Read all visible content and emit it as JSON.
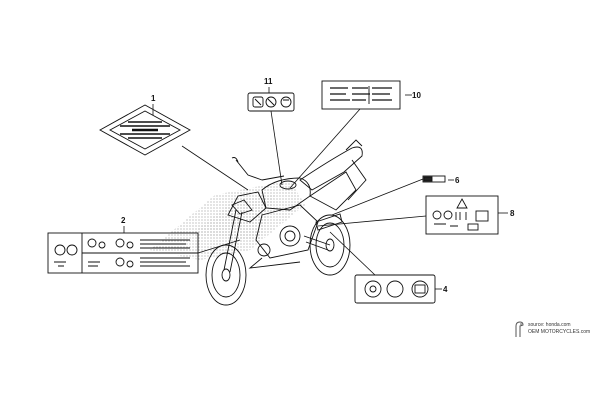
{
  "diagram": {
    "callouts": [
      {
        "id": "label-1",
        "number": "1"
      },
      {
        "id": "label-2",
        "number": "2"
      },
      {
        "id": "label-4",
        "number": "4"
      },
      {
        "id": "label-6",
        "number": "6"
      },
      {
        "id": "label-8",
        "number": "8"
      },
      {
        "id": "label-10",
        "number": "10"
      },
      {
        "id": "label-11",
        "number": "11"
      }
    ],
    "source_line": "source: honda.com",
    "watermark_line": "OEM MOTORCYCLES.com",
    "colors": {
      "line": "#111111",
      "stipple": "#9a9a9a"
    }
  }
}
